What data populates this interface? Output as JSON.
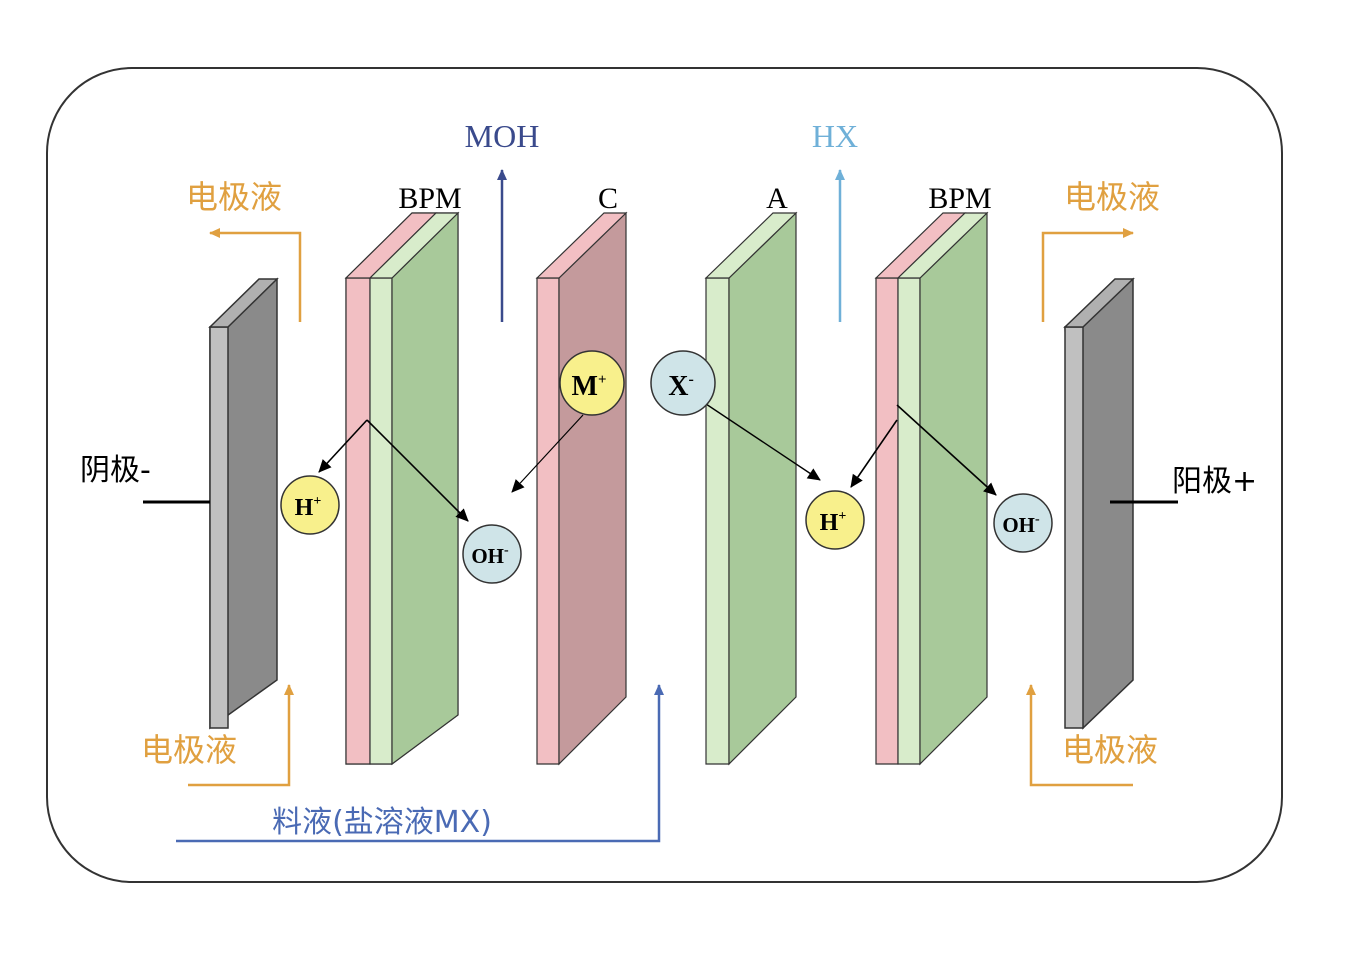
{
  "labels": {
    "moh": "MOH",
    "hx": "HX",
    "bpm_left": "BPM",
    "c": "C",
    "a": "A",
    "bpm_right": "BPM",
    "electrolyte_top_left": "电极液",
    "electrolyte_top_right": "电极液",
    "electrolyte_bottom_left": "电极液",
    "electrolyte_bottom_right": "电极液",
    "cathode": "阴极-",
    "anode": "阳极+",
    "feed": "料液(盐溶液MX)"
  },
  "ions": {
    "m": {
      "base": "M",
      "sup": "+"
    },
    "x": {
      "base": "X",
      "sup": "-"
    },
    "h_left": {
      "base": "H",
      "sup": "+"
    },
    "oh_left": {
      "base": "OH",
      "sup": "-"
    },
    "h_right": {
      "base": "H",
      "sup": "+"
    },
    "oh_right": {
      "base": "OH",
      "sup": "-"
    }
  },
  "colors": {
    "orange": "#E0A040",
    "navy": "#3A4A8C",
    "light_blue": "#6FB0D8",
    "feed_blue": "#4A6AB4",
    "pink": "#F2BFC3",
    "cation_membrane": "#C49A9C",
    "green_light": "#D8ECCB",
    "green": "#A8C99A",
    "electrode_light": "#C0C0C0",
    "electrode_dark": "#8A8A8A",
    "ion_yellow": "#F8F08C",
    "ion_blue": "#CFE4E8"
  }
}
